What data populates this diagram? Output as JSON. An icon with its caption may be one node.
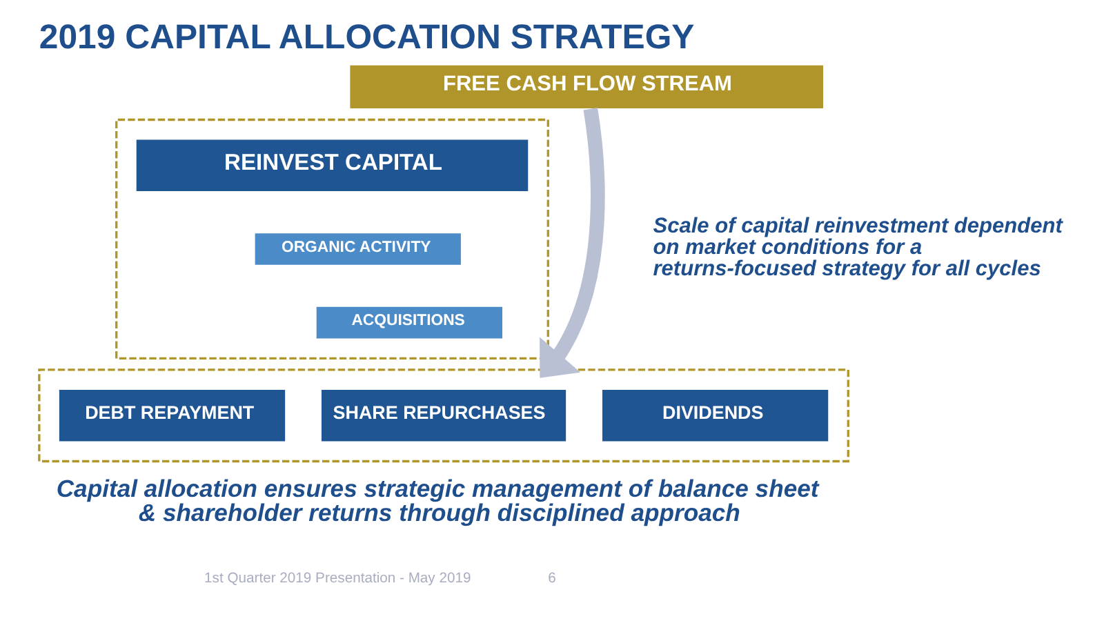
{
  "diagram": {
    "title": "2019 CAPITAL ALLOCATION STRATEGY",
    "caption": "Capital allocation ensures strategic management of balance sheet & shareholder returns through disciplined approach",
    "nodes": [
      {
        "text": [
          "FREE CASH FLOW STREAM"
        ]
      },
      {
        "text": [],
        "shape": "box"
      },
      {
        "text": [
          "REINVEST CAPITAL"
        ],
        "in": 1
      },
      {
        "text": [
          "ORGANIC ACTIVITY"
        ],
        "in": 1
      },
      {
        "text": [
          "ACQUISITIONS"
        ],
        "in": 1
      },
      {
        "text": [],
        "shape": "box"
      },
      {
        "text": [
          "DEBT REPAYMENT"
        ],
        "in": 5
      },
      {
        "text": [
          "SHARE REPURCHASES"
        ],
        "in": 5
      },
      {
        "text": [
          "DIVIDENDS"
        ],
        "in": 5
      }
    ],
    "edges": [
      {
        "from": 0,
        "to": 5,
        "arrow": "to"
      }
    ],
    "labels": [
      "Scale of capital reinvestment dependent on market conditions for a returns-focused strategy for all cycles",
      "1st Quarter 2019 Presentation - May 2019",
      "6"
    ]
  }
}
